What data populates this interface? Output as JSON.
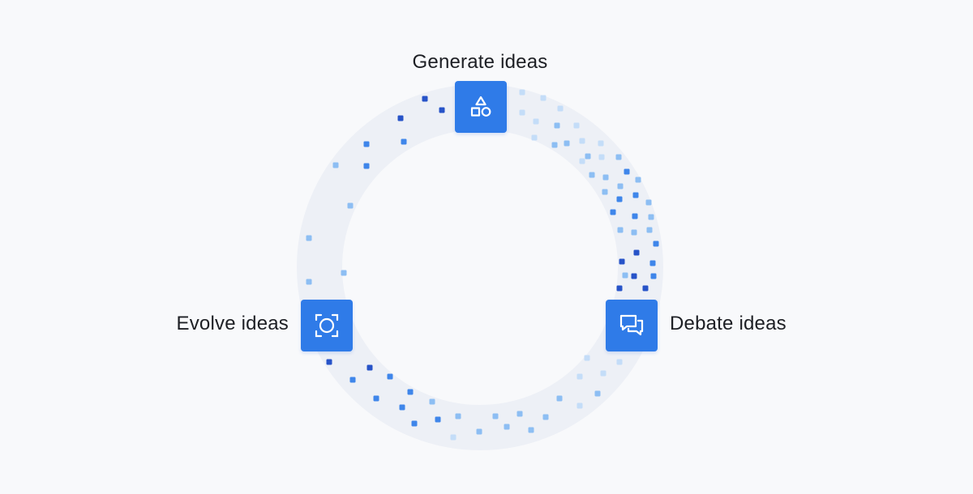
{
  "colors": {
    "background": "#f8f9fb",
    "ring_track": "#edf0f6",
    "node_fill": "#2f7be8",
    "icon_stroke": "#ffffff",
    "dot_dark": "#2753c8",
    "dot_mid": "#3f86ea",
    "dot_light": "#8dbef3",
    "dot_faint": "#c4ddf8",
    "label_text": "#1d1f24"
  },
  "steps": [
    {
      "id": "generate",
      "label": "Generate ideas",
      "icon": "shapes-icon"
    },
    {
      "id": "debate",
      "label": "Debate ideas",
      "icon": "chat-bubbles-icon"
    },
    {
      "id": "evolve",
      "label": "Evolve ideas",
      "icon": "focus-circle-icon"
    }
  ]
}
